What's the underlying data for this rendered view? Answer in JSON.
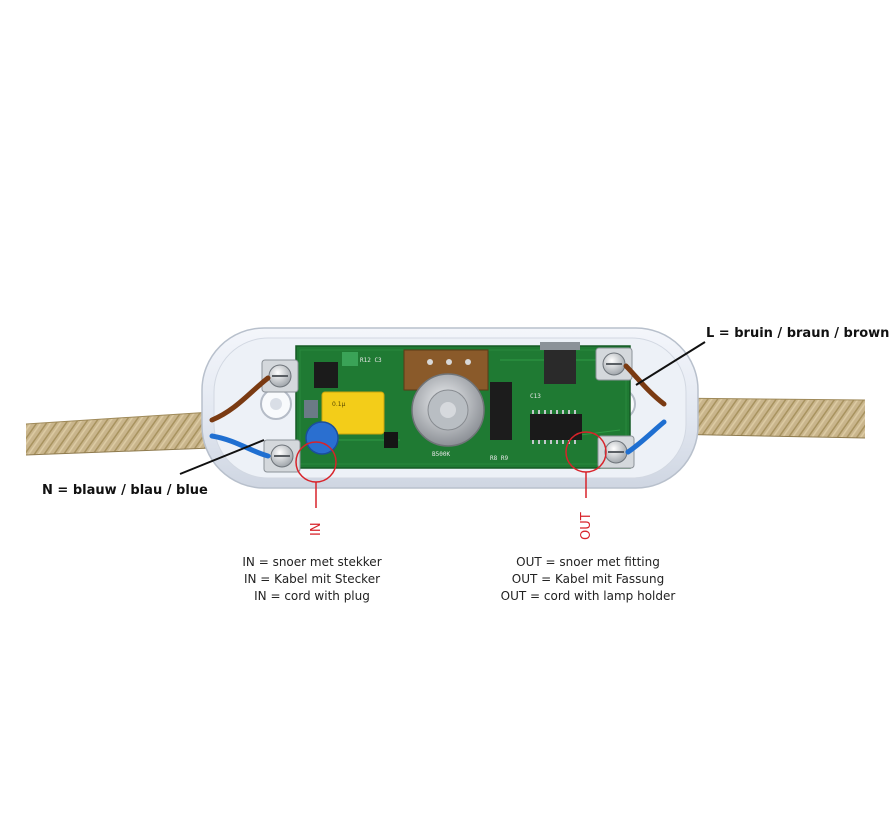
{
  "labels": {
    "live_wire": "L = bruin / braun / brown",
    "neutral_wire": "N = blauw / blau / blue",
    "in_marker": "IN",
    "out_marker": "OUT"
  },
  "in_legend": [
    "IN = snoer met stekker",
    "IN = Kabel mit Stecker",
    "IN = cord with plug"
  ],
  "out_legend": [
    "OUT = snoer met fitting",
    "OUT = Kabel mit Fassung",
    "OUT = cord with lamp holder"
  ],
  "pcb_markings": {
    "potentiometer": "B500K"
  },
  "colors": {
    "marker_red": "#d8232a",
    "pcb_green": "#1f7a33",
    "brown_wire": "#7a3a12",
    "blue_wire": "#1f6fd1",
    "cord": "#c8b48a"
  }
}
